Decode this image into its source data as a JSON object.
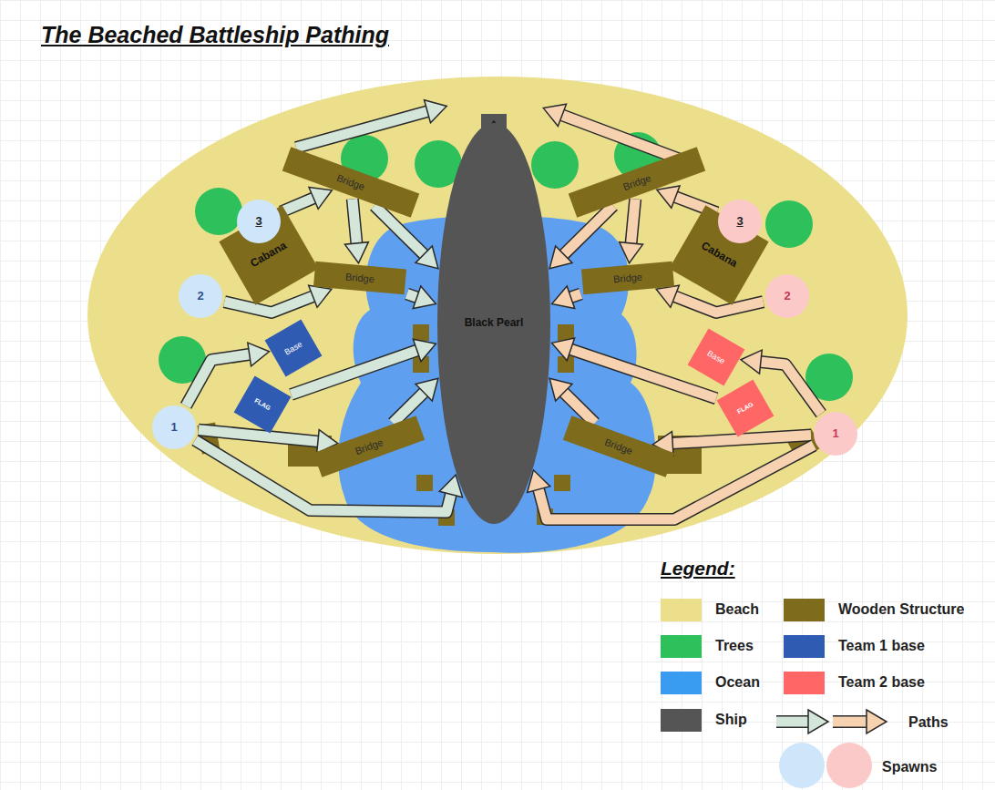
{
  "diagram": {
    "title": "The Beached Battleship Pathing",
    "nodes": [
      {
        "text": [
          "Bridge"
        ]
      },
      {
        "text": [
          "Cabana"
        ]
      },
      {
        "text": [
          "3"
        ]
      },
      {
        "text": [
          "Bridge"
        ]
      },
      {
        "text": [
          "2"
        ]
      },
      {
        "text": [
          "Base"
        ]
      },
      {
        "text": [
          "FLAG"
        ]
      },
      {
        "text": [
          "1"
        ]
      },
      {
        "text": [
          "Bridge"
        ]
      },
      {
        "text": [
          "Black Pearl"
        ]
      },
      {
        "text": [
          "Bridge"
        ]
      },
      {
        "text": [
          "Cabana"
        ]
      },
      {
        "text": [
          "3"
        ]
      },
      {
        "text": [
          "Bridge"
        ]
      },
      {
        "text": [
          "2"
        ]
      },
      {
        "text": [
          "Base"
        ]
      },
      {
        "text": [
          "FLAG"
        ]
      },
      {
        "text": [
          "1"
        ]
      },
      {
        "text": [
          "Bridge"
        ]
      }
    ],
    "edges": [
      {
        "from": 2,
        "to": 0,
        "arrow": "to"
      },
      {
        "from": 0,
        "to": 9,
        "arrow": "to"
      },
      {
        "from": 0,
        "to": 3,
        "arrow": "to"
      },
      {
        "from": 3,
        "to": 9,
        "arrow": "to"
      },
      {
        "from": 4,
        "to": 3,
        "arrow": "to"
      },
      {
        "from": 7,
        "to": 5,
        "arrow": "to"
      },
      {
        "from": 6,
        "to": 9,
        "arrow": "to"
      },
      {
        "from": 7,
        "to": 8,
        "arrow": "to"
      },
      {
        "from": 8,
        "to": 9,
        "arrow": "to"
      },
      {
        "from": 7,
        "to": 9,
        "arrow": "to"
      },
      {
        "from": 12,
        "to": 10,
        "arrow": "to"
      },
      {
        "from": 10,
        "to": 9,
        "arrow": "to"
      },
      {
        "from": 10,
        "to": 13,
        "arrow": "to"
      },
      {
        "from": 13,
        "to": 9,
        "arrow": "to"
      },
      {
        "from": 14,
        "to": 13,
        "arrow": "to"
      },
      {
        "from": 17,
        "to": 15,
        "arrow": "to"
      },
      {
        "from": 16,
        "to": 9,
        "arrow": "to"
      },
      {
        "from": 17,
        "to": 18,
        "arrow": "to"
      },
      {
        "from": 18,
        "to": 9,
        "arrow": "to"
      },
      {
        "from": 17,
        "to": 9,
        "arrow": "to"
      }
    ],
    "labels": [
      "Legend:"
    ],
    "legend": [
      {
        "text": "Beach",
        "color": "#ecdf8c"
      },
      {
        "text": "Wooden Structure",
        "color": "#7f6b1c"
      },
      {
        "text": "Trees",
        "color": "#2ec05a"
      },
      {
        "text": "Team 1 base",
        "color": "#2f5cb2"
      },
      {
        "text": "Ocean",
        "color": "#3a9cf0"
      },
      {
        "text": "Team 2 base",
        "color": "#ff6666"
      },
      {
        "text": "Ship",
        "color": "#555555"
      },
      {
        "text": "Paths"
      },
      {
        "text": "Spawns"
      }
    ]
  }
}
